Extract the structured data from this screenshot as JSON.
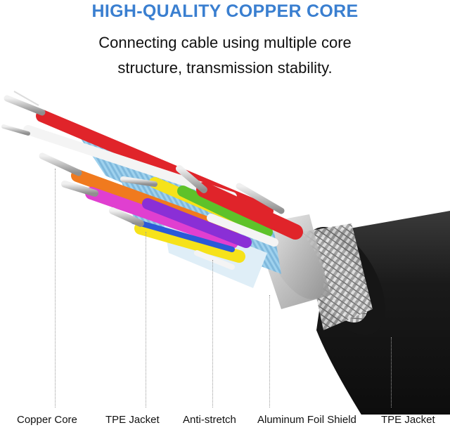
{
  "headline": "HIGH-QUALITY COPPER CORE",
  "subtitle_line1": "Connecting cable using multiple core",
  "subtitle_line2": "structure, transmission stability.",
  "labels": [
    "Copper Core",
    "TPE Jacket",
    "Anti-stretch",
    "Aluminum Foil Shield",
    "TPE Jacket"
  ],
  "colors": {
    "headline": "#3a7fd0",
    "jacket": "#1c1c1c",
    "braid": "#bcbcbc",
    "foil": "#d8d8d8",
    "shield_blue": "#8ec8e8",
    "wire_red": "#e0242a",
    "wire_orange": "#f07a1e",
    "wire_magenta": "#e03fd0",
    "wire_yellow": "#f6e21a",
    "wire_green": "#5ec22a",
    "wire_purple": "#8a2fd6",
    "wire_white": "#f4f4f4",
    "wire_blue": "#2a5ad8",
    "copper": "#c8c8c8"
  }
}
